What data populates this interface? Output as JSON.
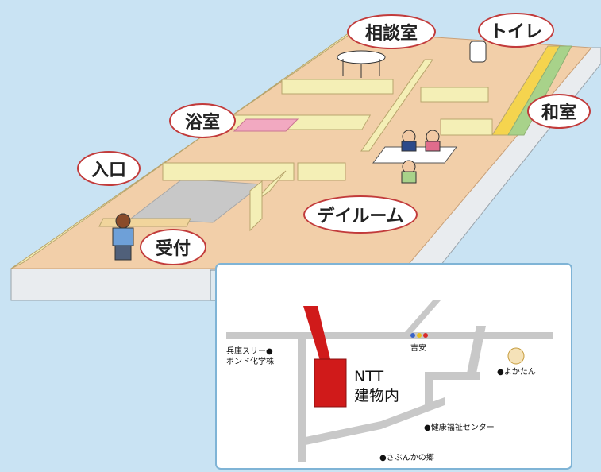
{
  "floor_plan": {
    "rooms": {
      "consultation_room": "相談室",
      "toilet": "トイレ",
      "japanese_room": "和室",
      "bath_room": "浴室",
      "entrance": "入口",
      "day_room": "デイルーム",
      "reception": "受付"
    }
  },
  "map": {
    "building_label_line1": "NTT",
    "building_label_line2": "建物内",
    "landmarks": {
      "hyogo_3m": "兵庫スリー●\nボンド化学株",
      "kichiyasu": "吉安",
      "yokatan": "●よかたん",
      "health_center": "●健康福祉センター",
      "kisanka": "●さぶんかの郷"
    }
  },
  "colors": {
    "sky_background": "#c9e3f3",
    "floor": "#f2cfa9",
    "wall": "#f4efb6",
    "callout_border": "#c23b3b",
    "ntt_building": "#d01a1a",
    "map_road": "#c8c8c8"
  }
}
